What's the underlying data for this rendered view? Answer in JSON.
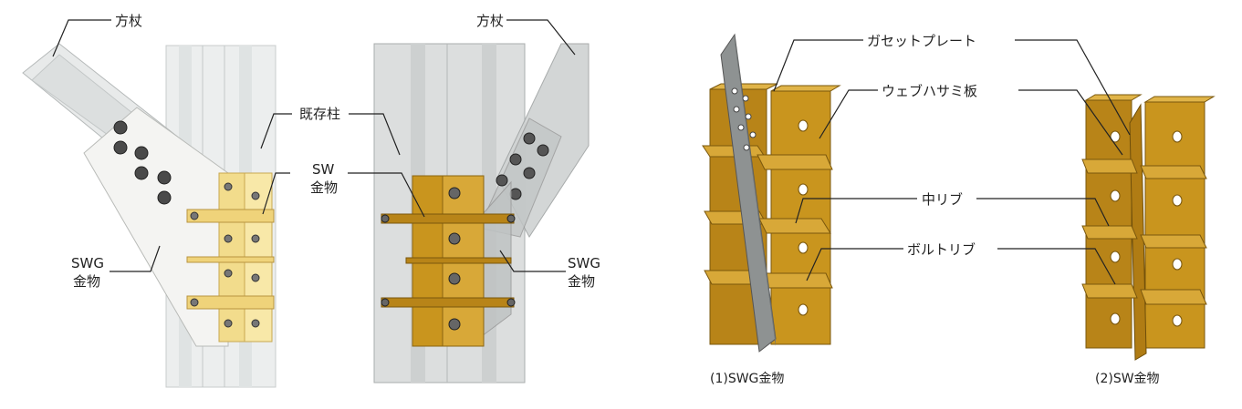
{
  "labels": {
    "hojo_left": "方杖",
    "hojo_right": "方杖",
    "kizon_hashira": "既存柱",
    "sw_line1": "SW",
    "sw_line2": "金物",
    "swg_left_line1": "SWG",
    "swg_left_line2": "金物",
    "swg_right_line1": "SWG",
    "swg_right_line2": "金物",
    "gusset_plate": "ガセットプレート",
    "web_hasami": "ウェブハサミ板",
    "naka_rib": "中リブ",
    "bolt_rib": "ボルトリブ"
  },
  "captions": {
    "swg": "(1)SWG金物",
    "sw": "(2)SW金物"
  },
  "colors": {
    "gold": "#c8941c",
    "gold_dark": "#9a6e12",
    "gold_light": "#e2b84a",
    "pale_gold": "#f2dc8c",
    "steel": "#9a9a9a",
    "steel_light": "#d9dcdc",
    "bolt": "#4a4a4a"
  }
}
